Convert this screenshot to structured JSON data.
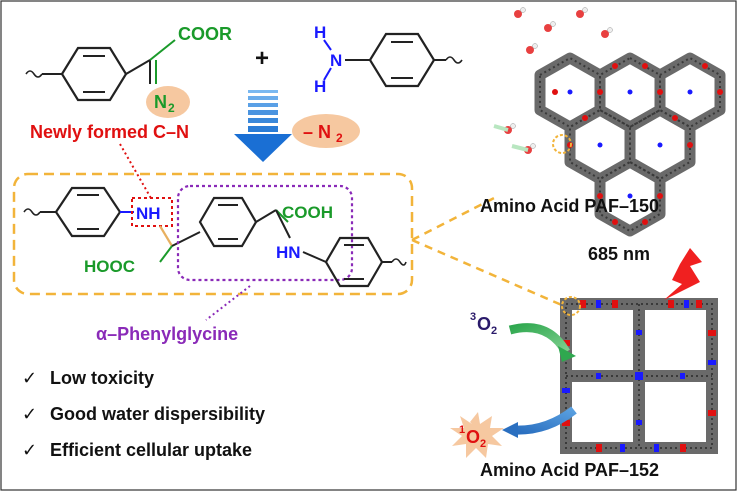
{
  "reaction": {
    "reagent_group": "COOR",
    "diazo_group": "N",
    "diazo_subscript": "2",
    "plus_sign": "+",
    "amine_h_top": "H",
    "amine_n": "N",
    "amine_h_bottom": "H",
    "byproduct_prefix": "– N",
    "byproduct_subscript": "2",
    "new_bond_label": "Newly formed C–N"
  },
  "product": {
    "nh_left": "NH",
    "cooh_left": "HOOC",
    "cooh_right": "COOH",
    "hn_right": "HN",
    "glycine_label": "α–Phenylglycine"
  },
  "features": [
    {
      "label": "Low toxicity"
    },
    {
      "label": "Good water dispersibility"
    },
    {
      "label": "Efficient cellular uptake"
    }
  ],
  "check_symbol": "✓",
  "frameworks": {
    "paf150_label": "Amino Acid PAF–150",
    "paf152_label": "Amino Acid PAF–152",
    "wavelength": "685 nm",
    "triplet_sup": "3",
    "triplet_base": "O",
    "triplet_sub": "2",
    "singlet_sup": "1",
    "singlet_base": "O",
    "singlet_sub": "2"
  },
  "colors": {
    "green": "#1a9a2a",
    "blue": "#1a1aff",
    "red": "#e01010",
    "purple": "#8a2ab8",
    "orange_box": "#f2b43a",
    "peach": "#f6c8a0",
    "arrow_blue": "#1a6fd4"
  }
}
